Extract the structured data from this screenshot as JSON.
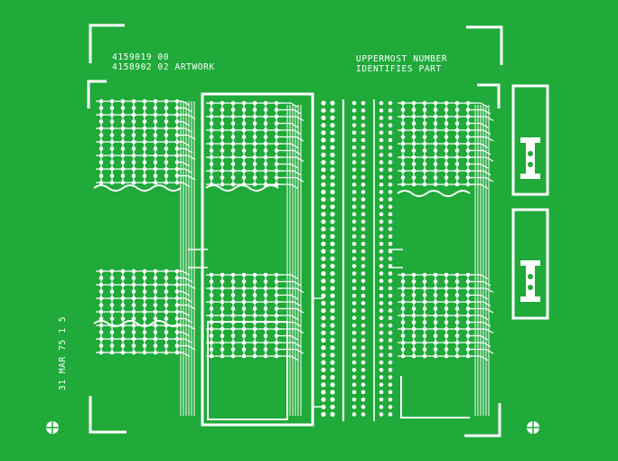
{
  "board": {
    "background": "#1faa3a",
    "trace_color": "#ffffff",
    "part_number": "4159019 00",
    "artwork_number": "4158902 02 ARTWORK",
    "note_line1": "UPPERMOST NUMBER",
    "note_line2": "IDENTIFIES PART",
    "date_code": "31 MAR 75   1 5",
    "icons": [
      "fiducial-mark-icon",
      "corner-mark-icon",
      "capacitor-footprint-icon"
    ]
  }
}
